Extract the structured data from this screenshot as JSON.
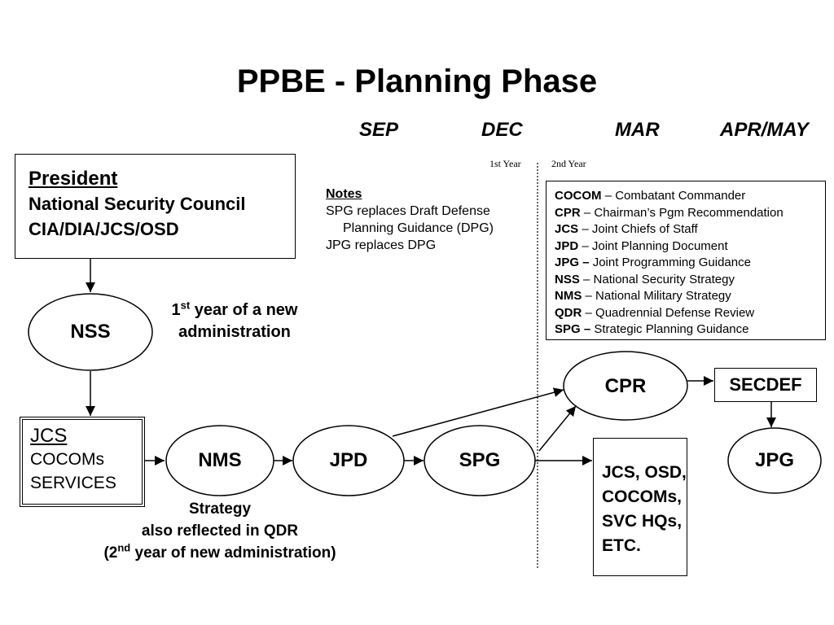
{
  "title": "PPBE - Planning Phase",
  "timeline": {
    "months": [
      "SEP",
      "DEC",
      "MAR",
      "APR/MAY"
    ],
    "year1": "1st Year",
    "year2": "2nd Year"
  },
  "president_box": {
    "line1": "President",
    "line2": "National Security Council",
    "line3": "CIA/DIA/JCS/OSD"
  },
  "notes": {
    "heading": "Notes",
    "line1": "SPG replaces Draft Defense",
    "line2": "Planning Guidance (DPG)",
    "line3": "JPG replaces DPG"
  },
  "glossary": [
    {
      "abbr": "COCOM",
      "sep": " – ",
      "def": "Combatant Commander"
    },
    {
      "abbr": "CPR",
      "sep": " – ",
      "def": "Chairman’s Pgm Recommendation"
    },
    {
      "abbr": "JCS",
      "sep": " – ",
      "def": "Joint Chiefs of Staff"
    },
    {
      "abbr": "JPD",
      "sep": " – ",
      "def": "Joint Planning Document"
    },
    {
      "abbr": "JPG –",
      "sep": " ",
      "def": "Joint Programming Guidance"
    },
    {
      "abbr": "NSS",
      "sep": " – ",
      "def": "National Security Strategy"
    },
    {
      "abbr": "NMS",
      "sep": " – ",
      "def": "National Military Strategy"
    },
    {
      "abbr": "QDR",
      "sep": " – ",
      "def": "Quadrennial Defense Review"
    },
    {
      "abbr": "SPG –",
      "sep": " ",
      "def": "Strategic Planning Guidance"
    }
  ],
  "nodes": {
    "nss": "NSS",
    "nms": "NMS",
    "jpd": "JPD",
    "spg": "SPG",
    "cpr": "CPR",
    "jpg": "JPG",
    "secdef": "SECDEF"
  },
  "nss_caption": {
    "num": "1",
    "sup": "st",
    "rest": " year of a new",
    "line2": "administration"
  },
  "jcs_box": {
    "line1": "JCS",
    "line2": "COCOMs",
    "line3": "SERVICES"
  },
  "strategy_caption": {
    "line1": "Strategy",
    "line2": "also reflected in QDR",
    "line3_pre": "(2",
    "line3_sup": "nd",
    "line3_post": " year of new administration)"
  },
  "agencies_box": {
    "line1": "JCS, OSD,",
    "line2": "COCOMs,",
    "line3": "SVC HQs,",
    "line4": "ETC."
  }
}
